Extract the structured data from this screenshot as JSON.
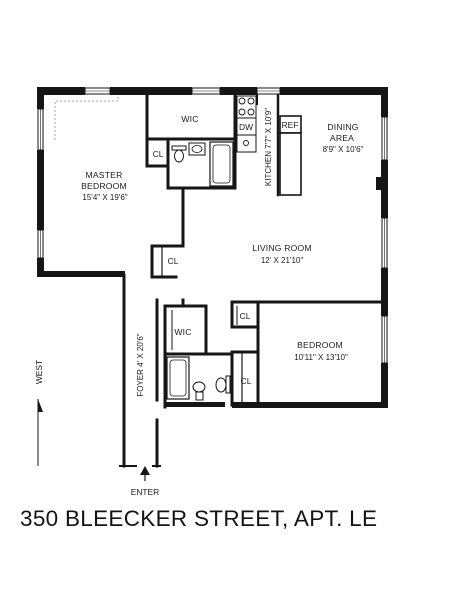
{
  "plan": {
    "rooms": {
      "master_bedroom": {
        "name_line1": "MASTER",
        "name_line2": "BEDROOM",
        "dims": "15'4\" X 19'6\""
      },
      "wic_top": {
        "name": "WIC"
      },
      "dining_area": {
        "name_line1": "DINING",
        "name_line2": "AREA",
        "dims": "8'9\" X 10'6\""
      },
      "kitchen": {
        "label": "KITCHEN 7'7\" X 10'9\""
      },
      "living_room": {
        "name": "LIVING ROOM",
        "dims": "12' X 21'10\""
      },
      "bedroom": {
        "name": "BEDROOM",
        "dims": "10'11\" X 13'10\""
      },
      "foyer": {
        "label": "FOYER 4' X 20'6\""
      },
      "wic_lower": {
        "name": "WIC"
      }
    },
    "fixtures": {
      "dw": "DW",
      "ref": "REF",
      "closet_master": "CL",
      "closet_living": "CL",
      "closet_bedroom_upper": "CL",
      "closet_bedroom_lower": "CL"
    },
    "compass": "WEST",
    "entrance": "ENTER"
  },
  "title": "350 BLEECKER STREET,  APT. LE"
}
